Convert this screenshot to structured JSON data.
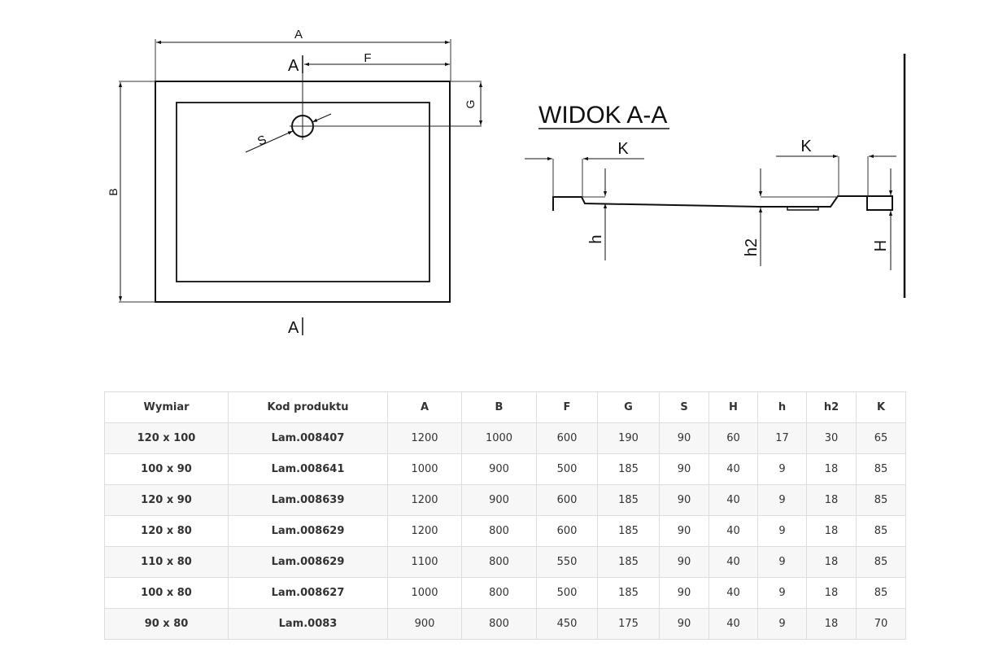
{
  "drawing": {
    "top_view": {
      "labels": {
        "A_width": "A",
        "B_height": "B",
        "F": "F",
        "G": "G",
        "S": "S",
        "section_top": "A",
        "section_bottom": "A"
      }
    },
    "section_view": {
      "title": "WIDOK A-A",
      "labels": {
        "K_left": "K",
        "K_right": "K",
        "h": "h",
        "h2": "h2",
        "H": "H"
      }
    }
  },
  "table": {
    "headers": [
      "Wymiar",
      "Kod produktu",
      "A",
      "B",
      "F",
      "G",
      "S",
      "H",
      "h",
      "h2",
      "K"
    ],
    "rows": [
      [
        "120 x 100",
        "Lam.008407",
        "1200",
        "1000",
        "600",
        "190",
        "90",
        "60",
        "17",
        "30",
        "65"
      ],
      [
        "100 x 90",
        "Lam.008641",
        "1000",
        "900",
        "500",
        "185",
        "90",
        "40",
        "9",
        "18",
        "85"
      ],
      [
        "120 x 90",
        "Lam.008639",
        "1200",
        "900",
        "600",
        "185",
        "90",
        "40",
        "9",
        "18",
        "85"
      ],
      [
        "120 x 80",
        "Lam.008629",
        "1200",
        "800",
        "600",
        "185",
        "90",
        "40",
        "9",
        "18",
        "85"
      ],
      [
        "110 x 80",
        "Lam.008629",
        "1100",
        "800",
        "550",
        "185",
        "90",
        "40",
        "9",
        "18",
        "85"
      ],
      [
        "100 x 80",
        "Lam.008627",
        "1000",
        "800",
        "500",
        "185",
        "90",
        "40",
        "9",
        "18",
        "85"
      ],
      [
        "90 x 80",
        "Lam.0083",
        "900",
        "800",
        "450",
        "175",
        "90",
        "40",
        "9",
        "18",
        "70"
      ]
    ]
  }
}
